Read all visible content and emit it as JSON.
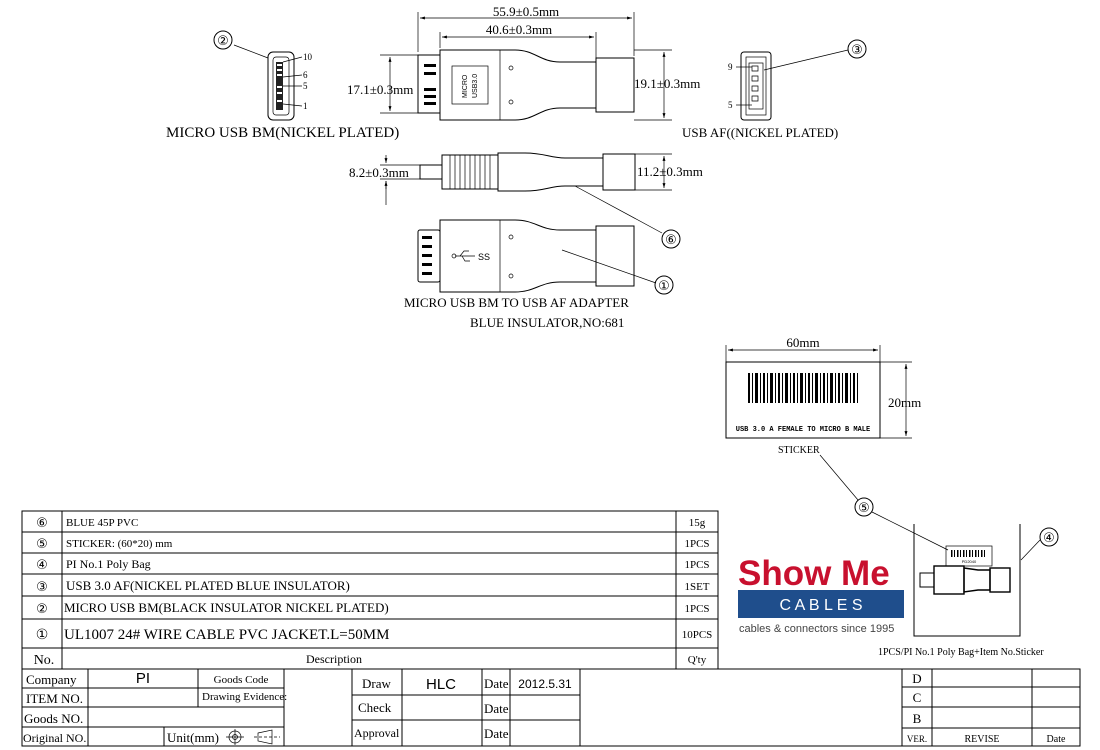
{
  "drawing": {
    "micro_label": "MICRO USB BM(NICKEL PLATED)",
    "af_label": "USB AF((NICKEL PLATED)",
    "adapter_title": "MICRO USB BM TO USB AF ADAPTER",
    "adapter_sub": "BLUE INSULATOR,NO:681",
    "pins_micro": [
      "10",
      "6",
      "5",
      "1"
    ],
    "pins_af": [
      "9",
      "5"
    ],
    "dims": {
      "overall": "55.9±0.5mm",
      "body": "40.6±0.3mm",
      "height_left": "17.1±0.3mm",
      "height_right": "19.1±0.3mm",
      "side_left": "8.2±0.3mm",
      "side_right": "11.2±0.3mm",
      "sticker_w": "60mm",
      "sticker_h": "20mm"
    },
    "plug_text": [
      "MICRO",
      "USB3.0"
    ],
    "ss_text": "SS",
    "callouts": [
      "①",
      "②",
      "③",
      "④",
      "⑤",
      "⑥"
    ],
    "sticker_text": "USB 3.0 A FEMALE TO MICRO B MALE",
    "sticker_label": "STICKER",
    "mini_sticker_text": "PD2040",
    "package_note": "1PCS/PI No.1 Poly Bag+Item No.Sticker"
  },
  "bom": {
    "rows": [
      {
        "no": "⑥",
        "desc": "BLUE 45P PVC",
        "qty": "15g"
      },
      {
        "no": "⑤",
        "desc": "STICKER: (60*20) mm",
        "qty": "1PCS"
      },
      {
        "no": "④",
        "desc": "PI No.1 Poly Bag",
        "qty": "1PCS"
      },
      {
        "no": "③",
        "desc": "USB 3.0 AF(NICKEL PLATED BLUE INSULATOR)",
        "qty": "1SET"
      },
      {
        "no": "②",
        "desc": "MICRO USB BM(BLACK INSULATOR NICKEL PLATED)",
        "qty": "1PCS"
      },
      {
        "no": "①",
        "desc": "UL1007 24# WIRE CABLE PVC JACKET.L=50MM",
        "qty": "10PCS"
      }
    ],
    "header": {
      "no": "No.",
      "desc": "Description",
      "qty": "Q'ty"
    }
  },
  "logo": {
    "line1": "Show Me",
    "line2": "C A B L E S",
    "tagline": "cables & connectors since 1995",
    "red": "#c8102e",
    "blue": "#1f4e8c"
  },
  "title_block": {
    "company_label": "Company",
    "company_value": "PI",
    "item_label": "ITEM NO.",
    "goods_label": "Goods NO.",
    "original_label": "Original NO.",
    "goods_code_label": "Goods Code",
    "drawing_evidence_label": "Drawing Evidence:",
    "unit_label": "Unit(mm)",
    "draw_label": "Draw",
    "draw_value": "HLC",
    "check_label": "Check",
    "approval_label": "Approval",
    "date_label": "Date",
    "date_value": "2012.5.31",
    "rev_letters": [
      "D",
      "C",
      "B"
    ],
    "ver_label": "VER.",
    "revise_label": "REVISE",
    "rev_date_label": "Date"
  }
}
